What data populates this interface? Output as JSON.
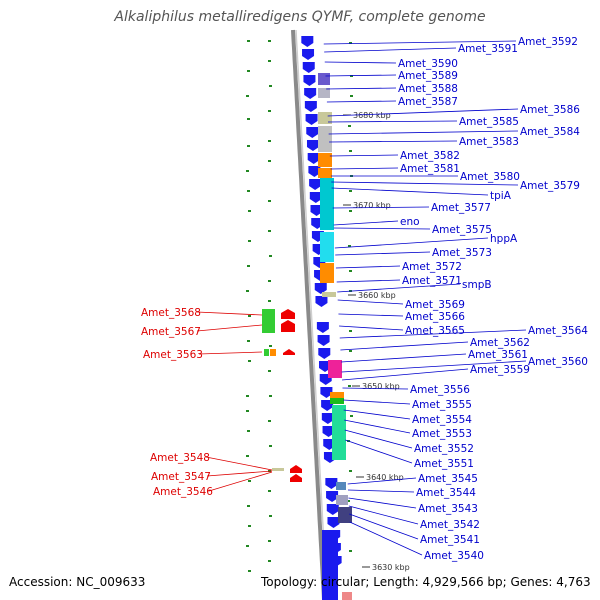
{
  "title": "Alkaliphilus metalliredigens QYMF, complete genome",
  "footer": {
    "accession": "Accession: NC_009633",
    "summary": "Topology: circular; Length: 4,929,566 bp; Genes: 4,763"
  },
  "colors": {
    "forward_label": "#0000cc",
    "reverse_label": "#dd0000",
    "cds_forward": "#1a1aee",
    "cds_reverse": "#ee0000",
    "backbone": "#888888",
    "tick": "#228822"
  },
  "position_markers": [
    "3680 kbp",
    "3670 kbp",
    "3660 kbp",
    "3650 kbp",
    "3640 kbp",
    "3630 kbp"
  ],
  "forward_genes": [
    "Amet_3592",
    "Amet_3591",
    "Amet_3590",
    "Amet_3589",
    "Amet_3588",
    "Amet_3587",
    "Amet_3586",
    "Amet_3585",
    "Amet_3584",
    "Amet_3583",
    "Amet_3582",
    "Amet_3581",
    "Amet_3580",
    "Amet_3579",
    "tpiA",
    "Amet_3577",
    "eno",
    "Amet_3575",
    "hppA",
    "Amet_3573",
    "Amet_3572",
    "Amet_3571",
    "smpB",
    "Amet_3569",
    "Amet_3566",
    "Amet_3565",
    "Amet_3564",
    "Amet_3562",
    "Amet_3561",
    "Amet_3560",
    "Amet_3559",
    "Amet_3556",
    "Amet_3555",
    "Amet_3554",
    "Amet_3553",
    "Amet_3552",
    "Amet_3551",
    "Amet_3545",
    "Amet_3544",
    "Amet_3543",
    "Amet_3542",
    "Amet_3541",
    "Amet_3540"
  ],
  "reverse_genes": [
    "Amet_3568",
    "Amet_3567",
    "Amet_3563",
    "Amet_3548",
    "Amet_3547",
    "Amet_3546"
  ]
}
